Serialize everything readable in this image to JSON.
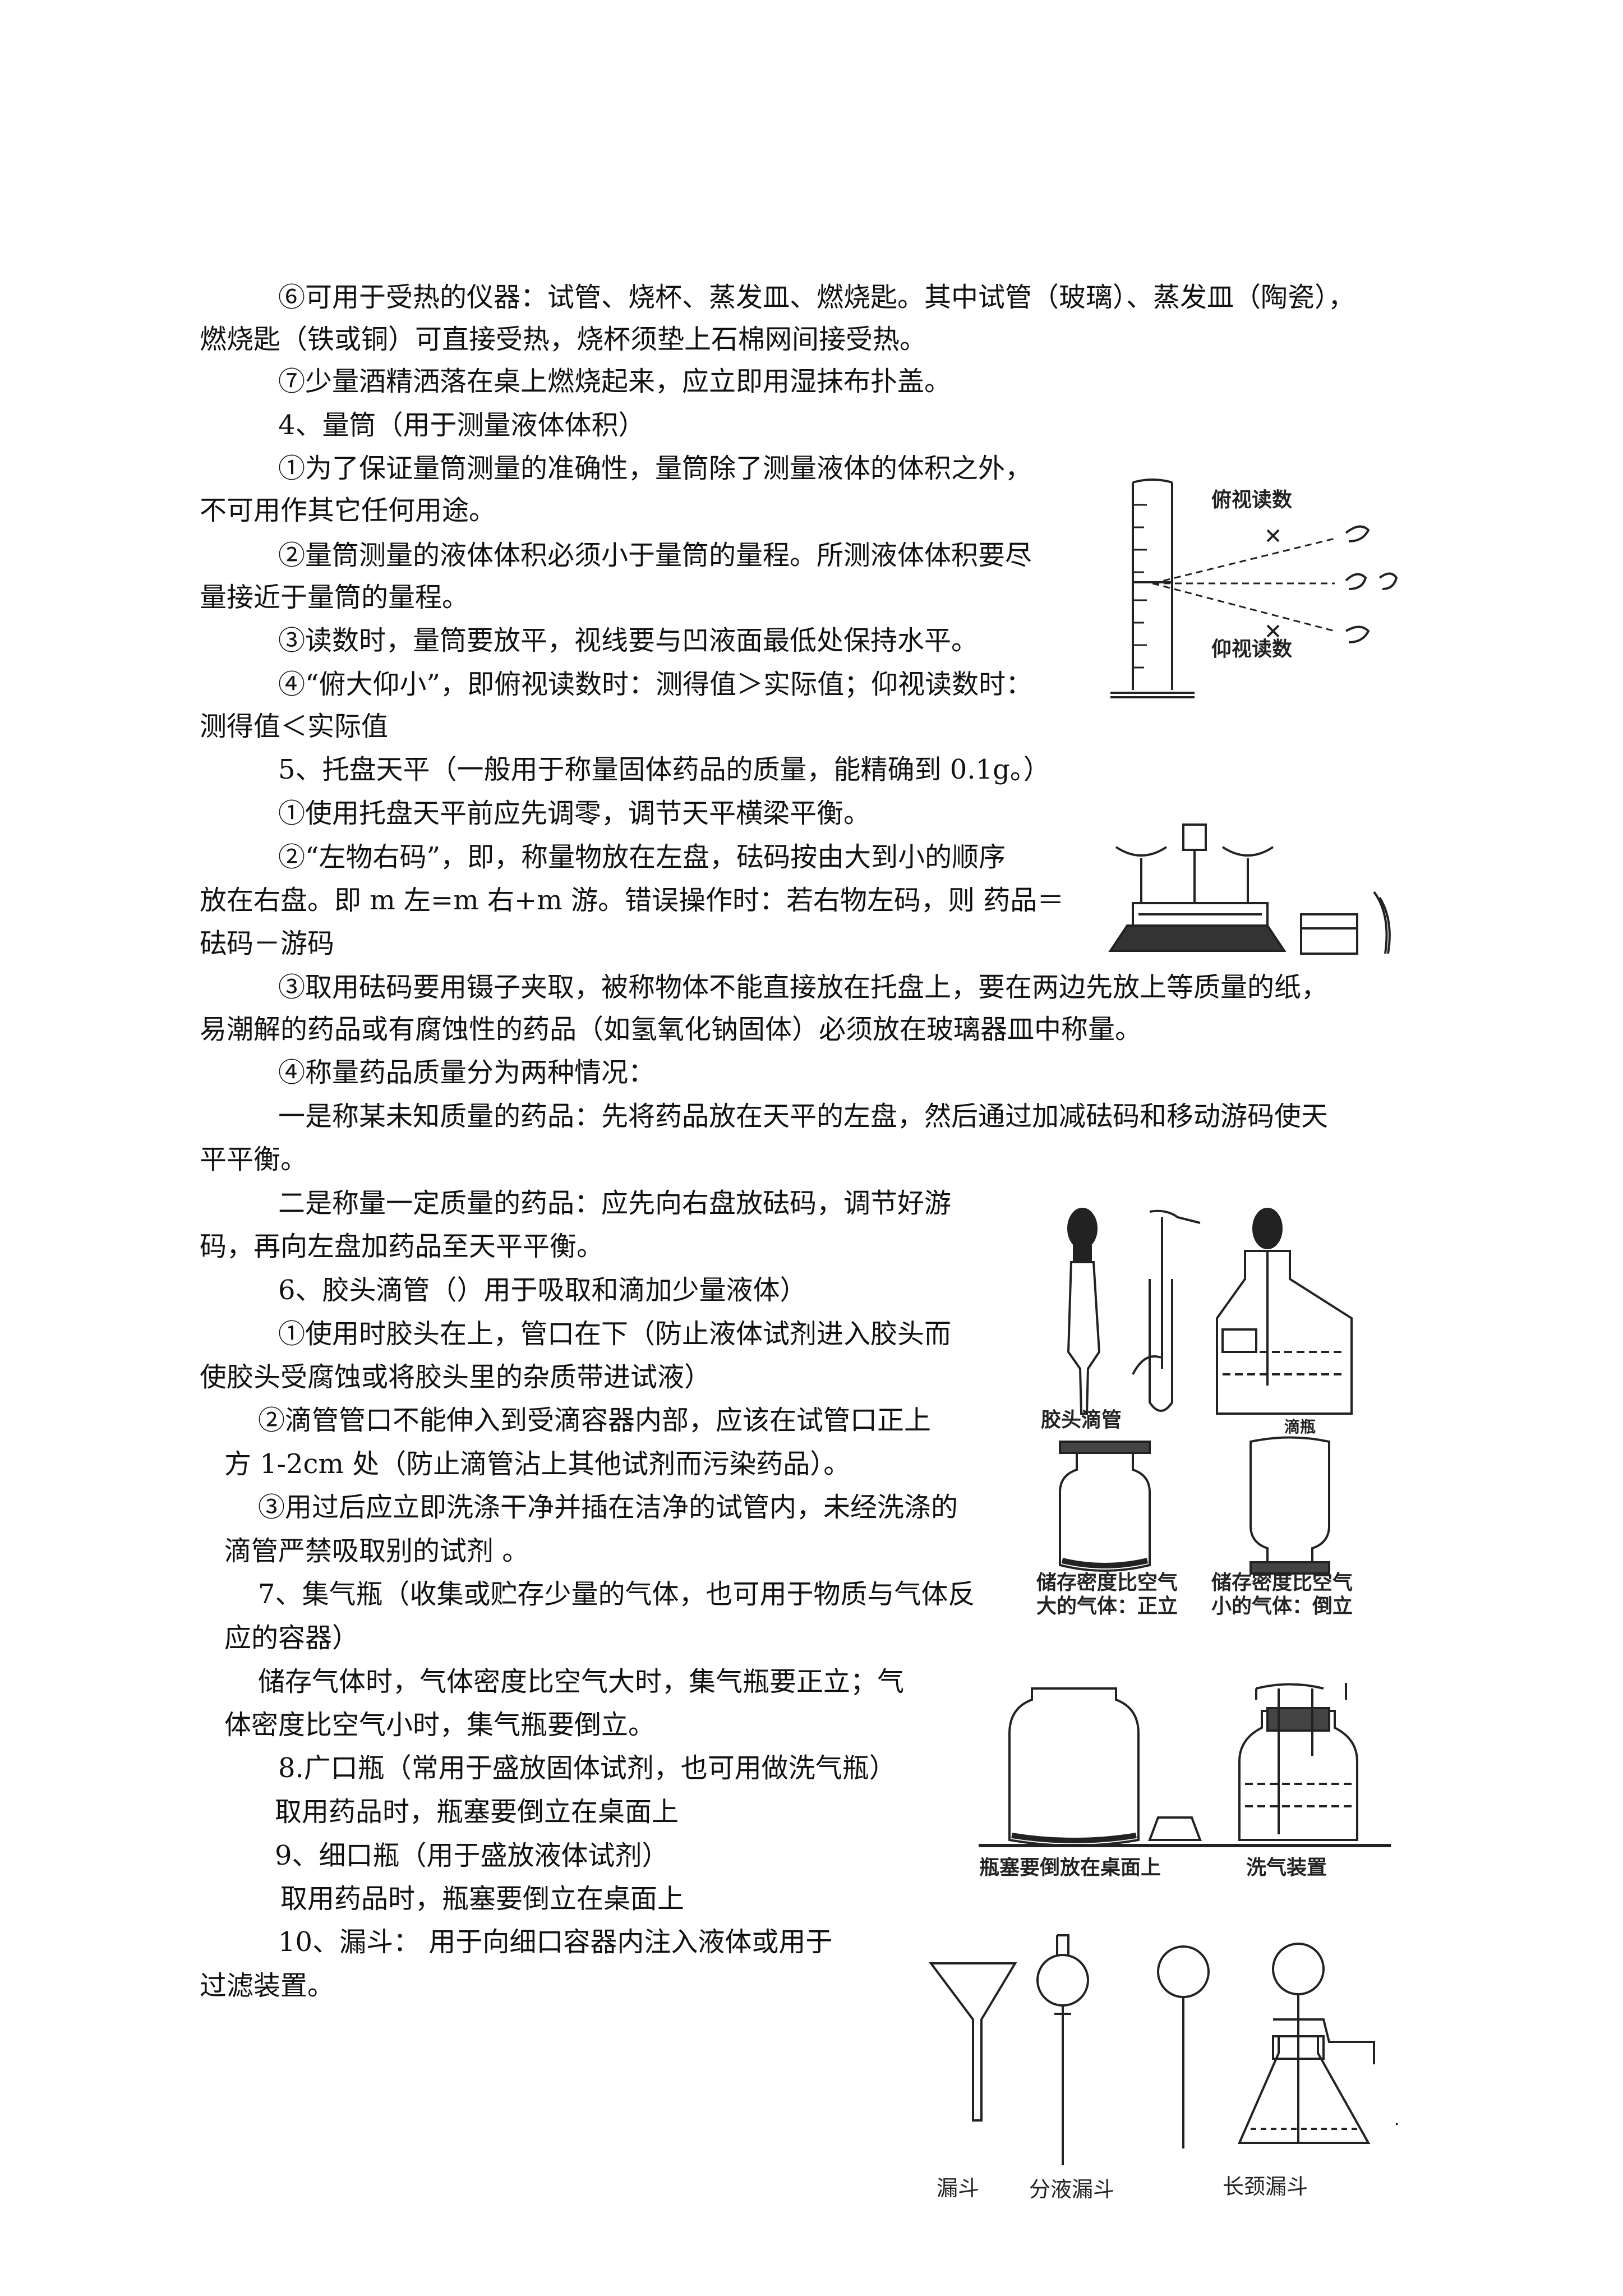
{
  "lines": [
    "⑥可用于受热的仪器：试管、烧杯、蒸发皿、燃烧匙。其中试管（玻璃）、蒸发皿（陶瓷），",
    "燃烧匙（铁或铜）可直接受热，烧杯须垫上石棉网间接受热。",
    "⑦少量酒精洒落在桌上燃烧起来，应立即用湿抹布扑盖。",
    "4、量筒（用于测量液体体积）",
    "①为了保证量筒测量的准确性，量筒除了测量液体的体积之外，",
    "不可用作其它任何用途。",
    "②量筒测量的液体体积必须小于量筒的量程。所测液体体积要尽",
    "量接近于量筒的量程。",
    "③读数时，量筒要放平，视线要与凹液面最低处保持水平。",
    "④“俯大仰小”，即俯视读数时：测得值＞实际值；仰视读数时：",
    "测得值＜实际值",
    "5、托盘天平（一般用于称量固体药品的质量，能精确到 0.1g。）",
    "①使用托盘天平前应先调零，调节天平横梁平衡。",
    "②“左物右码”，即，称量物放在左盘，砝码按由大到小的顺序",
    "放在右盘。即 m 左=m 右+m 游。错误操作时：若右物左码，则  药品＝",
    "砝码－游码",
    "③取用砝码要用镊子夹取，被称物体不能直接放在托盘上，要在两边先放上等质量的纸，",
    "易潮解的药品或有腐蚀性的药品（如氢氧化钠固体）必须放在玻璃器皿中称量。",
    "④称量药品质量分为两种情况：",
    "一是称某未知质量的药品：先将药品放在天平的左盘，然后通过加减砝码和移动游码使天",
    "平平衡。",
    "二是称量一定质量的药品：应先向右盘放砝码，调节好游",
    "码，再向左盘加药品至天平平衡。",
    "6、胶头滴管（）用于吸取和滴加少量液体）",
    "①使用时胶头在上，管口在下（防止液体试剂进入胶头而",
    "使胶头受腐蚀或将胶头里的杂质带进试液）",
    "②滴管管口不能伸入到受滴容器内部，应该在试管口正上",
    "方 1-2cm 处（防止滴管沾上其他试剂而污染药品）。",
    "③用过后应立即洗涤干净并插在洁净的试管内，未经洗涤的",
    "滴管严禁吸取别的试剂 。",
    "7、集气瓶（收集或贮存少量的气体，也可用于物质与气体反",
    "应的容器）",
    "储存气体时，气体密度比空气大时，集气瓶要正立；气",
    "体密度比空气小时，集气瓶要倒立。",
    "8.广口瓶（常用于盛放固体试剂，也可用做洗气瓶）",
    "取用药品时，瓶塞要倒立在桌面上",
    "9、细口瓶（用于盛放液体试剂）",
    "取用药品时，瓶塞要倒立在桌面上",
    "10、漏斗：  用于向细口容器内注入液体或用于",
    "过滤装置。"
  ],
  "figures": {
    "cylinder": {
      "label_top": "俯视读数",
      "label_bottom": "仰视读数"
    },
    "dropper": {
      "label_left": "胶头滴管",
      "label_right": "滴瓶"
    },
    "gas_bottles": {
      "left_line1": "储存密度比空气",
      "left_line2": "大的气体：正立",
      "right_line1": "储存密度比空气",
      "right_line2": "小的气体：倒立"
    },
    "wide_bottles": {
      "left": "瓶塞要倒放在桌面上",
      "right": "洗气装置"
    },
    "funnels": {
      "funnel": "漏斗",
      "separatory": "分液漏斗",
      "long_neck": "长颈漏斗"
    }
  },
  "page_mark": "·"
}
